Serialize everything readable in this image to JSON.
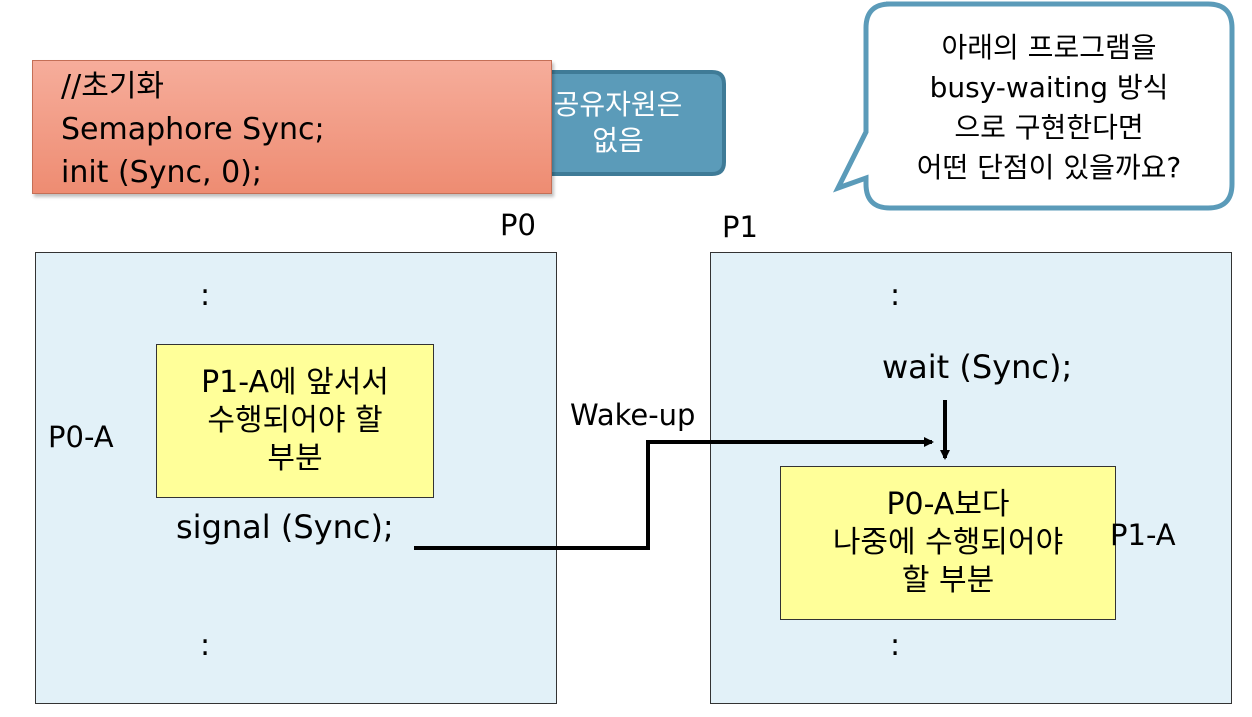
{
  "init": {
    "lines": [
      "//초기화",
      "Semaphore Sync;",
      "init (Sync, 0);"
    ]
  },
  "shared_note": {
    "lines": [
      "공유자원은",
      "없음"
    ]
  },
  "question": {
    "lines": [
      "아래의 프로그램을",
      "busy-waiting 방식",
      "으로 구현한다면",
      "어떤 단점이 있을까요?"
    ]
  },
  "p0": {
    "title": "P0",
    "dots_top": ":",
    "section_label": "P0-A",
    "critical": {
      "lines": [
        "P1-A에 앞서서",
        "수행되어야 할",
        "부분"
      ]
    },
    "signal": "signal (Sync);",
    "dots_bottom": ":"
  },
  "p1": {
    "title": "P1",
    "dots_top": ":",
    "wait": "wait (Sync);",
    "section_label": "P1-A",
    "critical": {
      "lines": [
        "P0-A보다",
        "나중에 수행되어야",
        "할 부분"
      ]
    },
    "dots_bottom": ":"
  },
  "wakeup_label": "Wake-up",
  "colors": {
    "init_fill": "#ee8c72",
    "process_fill": "#e2f1f8",
    "critical_fill": "#ffff99",
    "note_fill": "#5a9ab8",
    "question_border": "#5a9ab8"
  }
}
